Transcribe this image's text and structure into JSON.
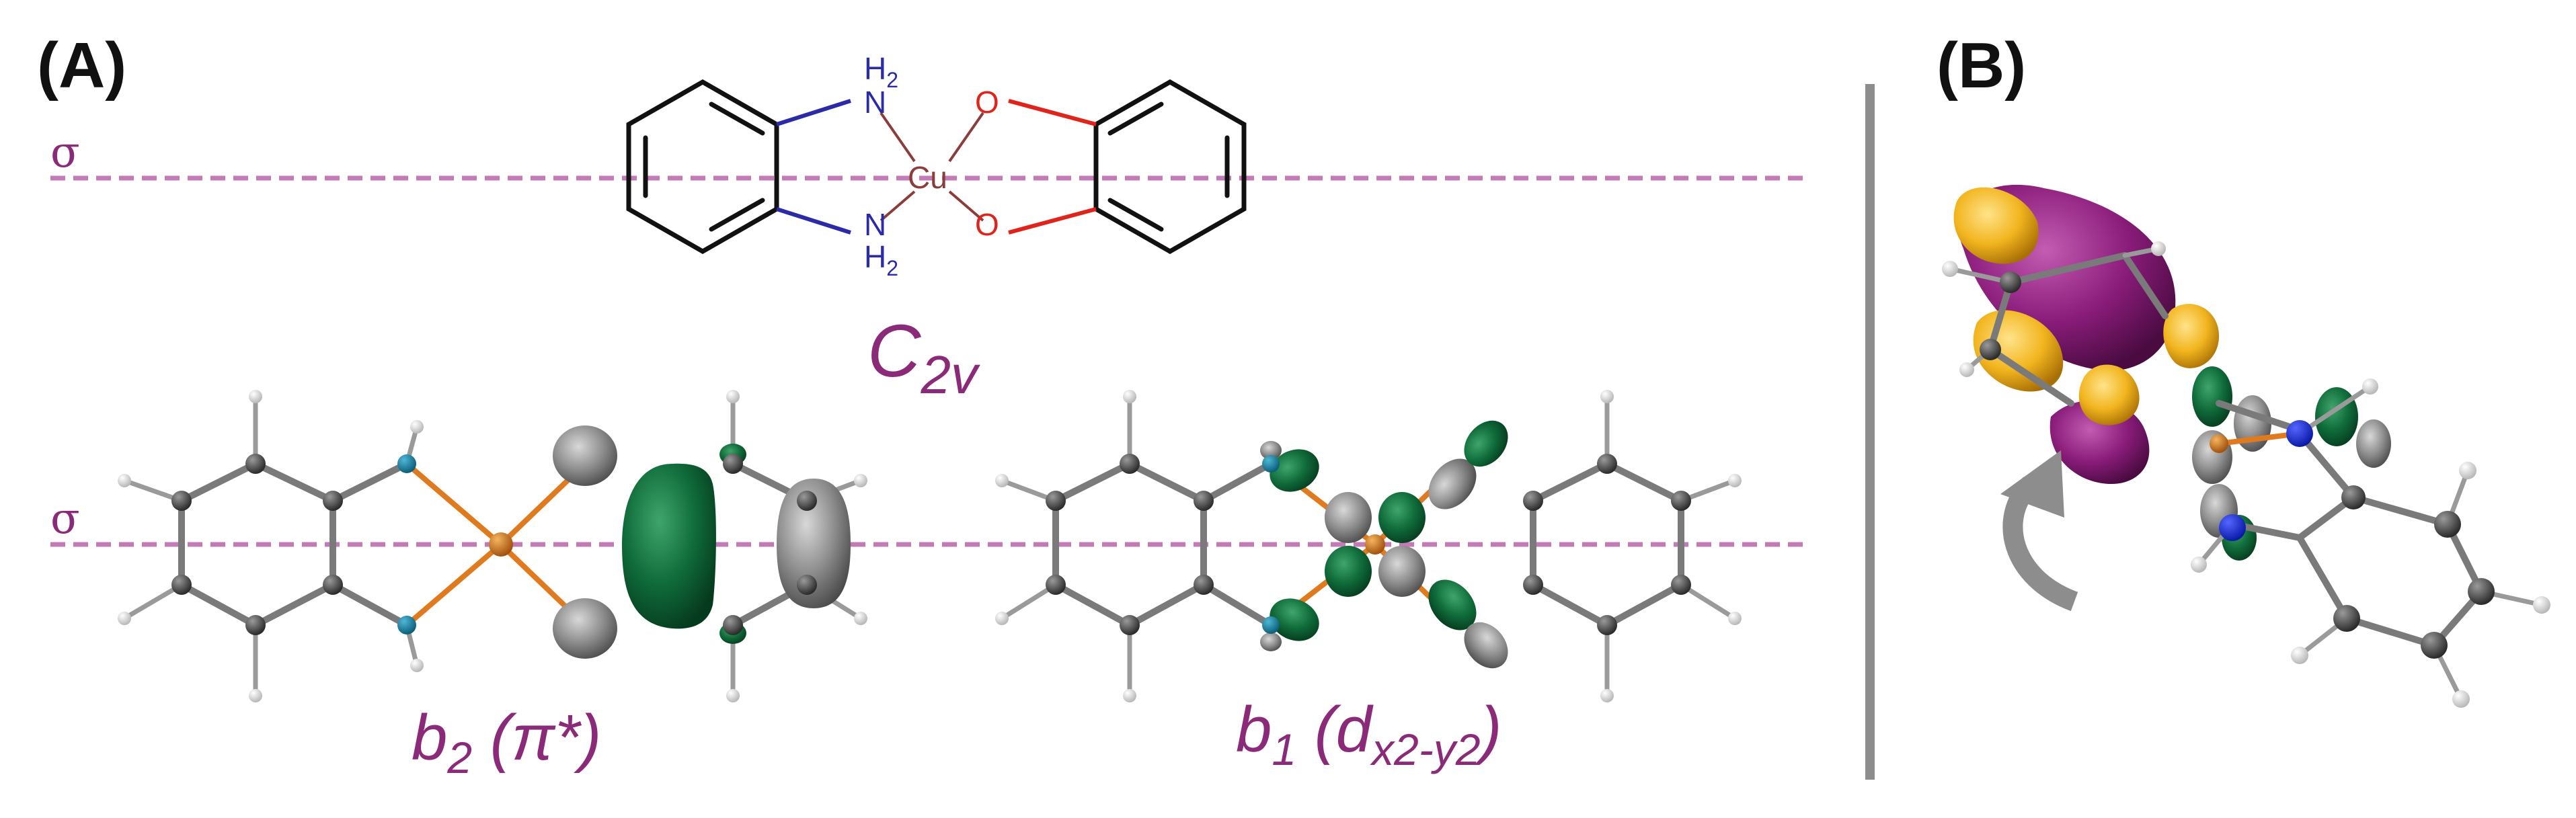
{
  "panels": {
    "a_label": "(A)",
    "b_label": "(B)"
  },
  "structure": {
    "nh2_top_n": "N",
    "nh2_top_h": "H",
    "nh2_top_sub": "2",
    "nh2_bottom_n": "N",
    "nh2_bottom_h": "H",
    "nh2_bottom_sub": "2",
    "o_top": "O",
    "o_bottom": "O",
    "metal": "Cu"
  },
  "mirror_plane_symbol": "σ",
  "point_group": {
    "main": "C",
    "sub": "2v"
  },
  "orbitals": [
    {
      "main": "b",
      "sub": "2",
      "rest": " (π*)"
    },
    {
      "main": "b",
      "sub": "1",
      "rest_open": " (d",
      "rest_sub": "x2-y2",
      "rest_close": ")"
    }
  ],
  "colors": {
    "accent_purple": "#8a2a78",
    "mirror_line": "#c27bb6",
    "lobe_green": "#0f6b3a",
    "lobe_gray": "#8d8d8d",
    "lobe_yellow": "#f2b51f",
    "lobe_magenta": "#8a1c7a",
    "nitrogen": "#2b2ba8",
    "oxygen": "#e0241b",
    "copper": "#e07a1e"
  },
  "icons": [
    "rotation-arrow-icon"
  ]
}
